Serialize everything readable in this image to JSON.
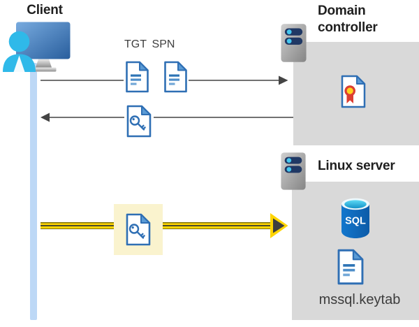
{
  "diagram": {
    "type": "kerberos-authentication-flow",
    "nodes": {
      "client": {
        "label": "Client"
      },
      "domain_controller": {
        "label": "Domain controller"
      },
      "linux_server": {
        "label": "Linux server"
      },
      "sql_database": {
        "label": "SQL"
      }
    },
    "files": {
      "keytab": {
        "label": "mssql.keytab"
      }
    },
    "tickets": {
      "tgt": "TGT",
      "spn": "SPN"
    },
    "edges": [
      {
        "from": "client",
        "to": "domain_controller",
        "style": "thin-gray-arrow",
        "icons": [
          "tgt-document",
          "spn-document"
        ]
      },
      {
        "from": "domain_controller",
        "to": "client",
        "style": "thin-gray-arrow",
        "icons": [
          "key-document"
        ]
      },
      {
        "from": "client",
        "to": "linux_server",
        "style": "thick-yellow-arrow",
        "icons": [
          "key-document-highlighted"
        ]
      }
    ],
    "colors": {
      "doc_border_blue": "#2f6fb4",
      "doc_fold_blue": "#5b9bd5",
      "box_gray": "#d9d9d9",
      "timeline_blue": "#bdd8f6",
      "highlight_cream": "#faf3ce",
      "arrow_gray": "#444444",
      "arrow_yellow": "#ffd500",
      "server_bar_navy": "#203864",
      "server_dot_cyan": "#44c7ef",
      "sql_body_blue": "#0f6cbd",
      "person_cyan": "#2fb9e9",
      "cert_ring_red": "#dc3e32",
      "cert_center_yellow": "#fed21f"
    }
  }
}
